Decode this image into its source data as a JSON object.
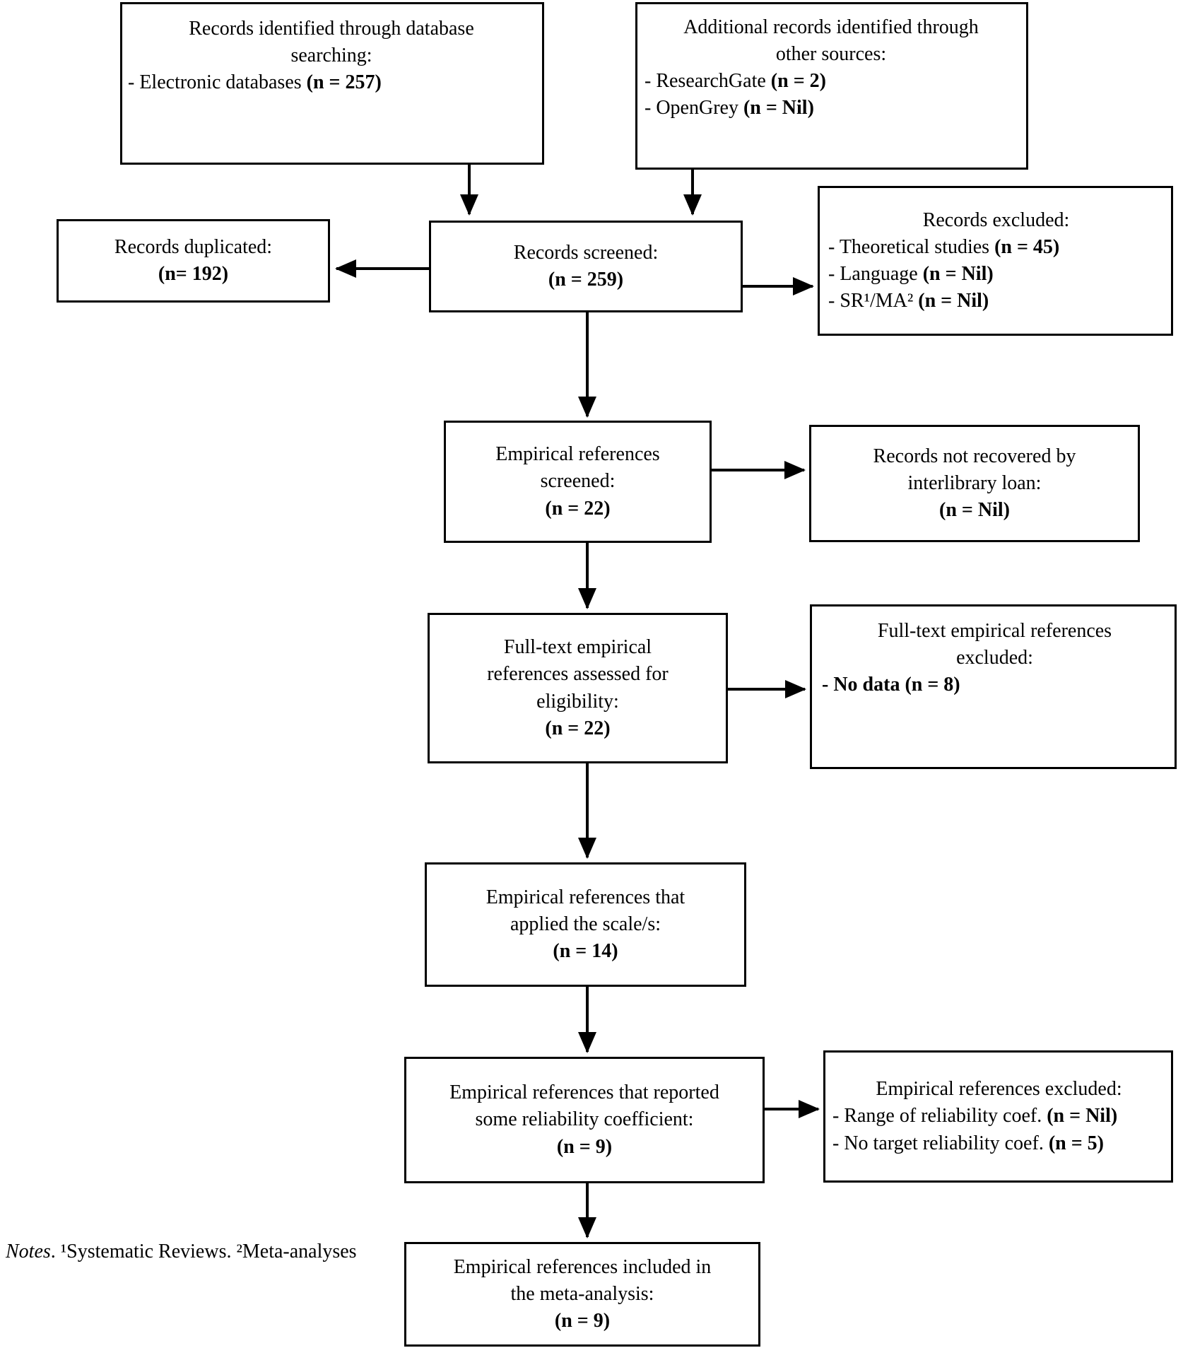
{
  "diagram": {
    "boxes": {
      "identified_database": {
        "title": "Records identified through database\nsearching:",
        "items": [
          {
            "text": "- Electronic databases ",
            "count": "(n = 257)"
          }
        ]
      },
      "identified_other": {
        "title": "Additional records identified through\nother sources:",
        "items": [
          {
            "text": "- ResearchGate ",
            "count": "(n = 2)"
          },
          {
            "text": "- OpenGrey ",
            "count": "(n = Nil)"
          }
        ]
      },
      "duplicated": {
        "title": "Records duplicated:",
        "count": "(n= 192)"
      },
      "screened": {
        "title": "Records screened:",
        "count": "(n = 259)"
      },
      "records_excluded": {
        "title": "Records excluded:",
        "items": [
          {
            "text": "- Theoretical studies ",
            "count": "(n = 45)"
          },
          {
            "text": "- Language ",
            "count": "(n = Nil)"
          },
          {
            "text": "- SR¹/MA² ",
            "count": "(n = Nil)"
          }
        ]
      },
      "empirical_screened": {
        "title": "Empirical references\nscreened:",
        "count": "(n = 22)"
      },
      "not_recovered": {
        "title": "Records not recovered by\ninterlibrary loan:",
        "count": "(n = Nil)"
      },
      "fulltext_assessed": {
        "title": "Full-text empirical\nreferences assessed for\neligibility:",
        "count": "(n = 22)"
      },
      "fulltext_excluded": {
        "title": "Full-text empirical references\nexcluded:",
        "items": [
          {
            "text_bold": "- No data (n = 8)"
          }
        ]
      },
      "applied_scales": {
        "title": "Empirical references that\napplied the scale/s:",
        "count": "(n = 14)"
      },
      "reported_reliability": {
        "title": "Empirical references that reported\nsome reliability coefficient:",
        "count": "(n = 9)"
      },
      "empirical_excluded": {
        "title": "Empirical references excluded:",
        "items": [
          {
            "text": "- Range of reliability coef. ",
            "count": "(n = Nil)"
          },
          {
            "text": "- No target reliability coef. ",
            "count": "(n = 5)"
          }
        ]
      },
      "included_meta": {
        "title": "Empirical references included in\nthe meta-analysis:",
        "count": "(n = 9)"
      }
    },
    "notes": {
      "label": "Notes",
      "text": ". ¹Systematic Reviews. ²Meta-analyses"
    }
  }
}
